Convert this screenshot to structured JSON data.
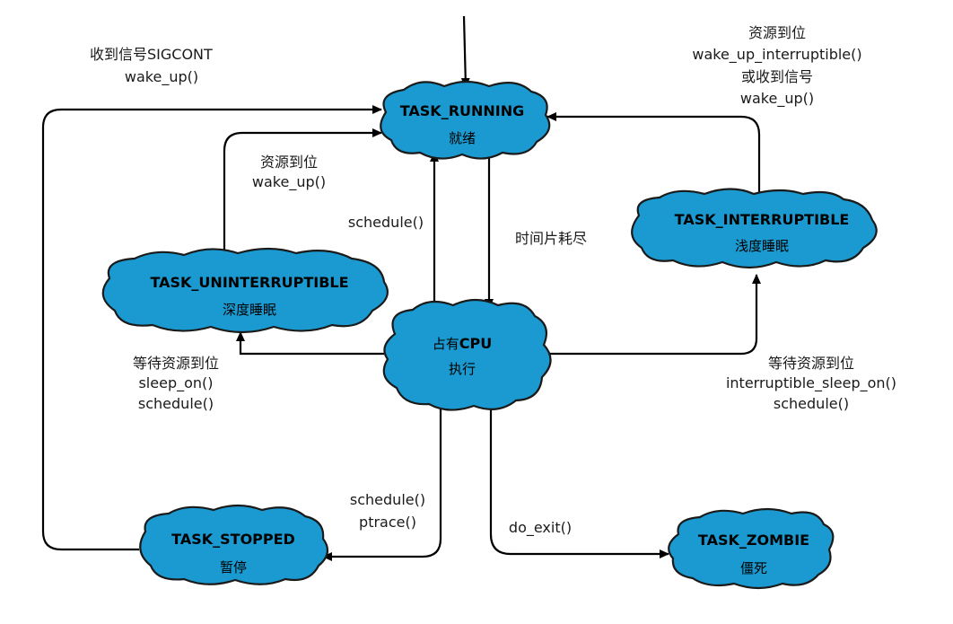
{
  "states": {
    "running": {
      "title": "TASK_RUNNING",
      "subtitle": "就绪"
    },
    "interruptible": {
      "title": "TASK_INTERRUPTIBLE",
      "subtitle": "浅度睡眠"
    },
    "uninterruptible": {
      "title": "TASK_UNINTERRUPTIBLE",
      "subtitle": "深度睡眠"
    },
    "cpu": {
      "title_prefix": "占有",
      "title_cpu": "CPU",
      "subtitle": "执行"
    },
    "stopped": {
      "title": "TASK_STOPPED",
      "subtitle": "暂停"
    },
    "zombie": {
      "title": "TASK_ZOMBIE",
      "subtitle": "僵死"
    }
  },
  "labels": {
    "sigcont_prefix": "收到信号",
    "sigcont_name": "SIGCONT",
    "sigcont_wakeup": "wake_up()",
    "res_ready_1": "资源到位",
    "wake_up_interruptible": "wake_up_interruptible()",
    "or_signal": "或收到信号",
    "wake_up_right": "wake_up()",
    "res_ready_2": "资源到位",
    "wake_up_left": "wake_up()",
    "schedule_up": "schedule()",
    "timeslice": "时间片耗尽",
    "wait_left": "等待资源到位",
    "sleep_on": "sleep_on()",
    "schedule_left": "schedule()",
    "wait_right": "等待资源到位",
    "interruptible_sleep_on": "interruptible_sleep_on()",
    "schedule_right": "schedule()",
    "schedule_stop": "schedule()",
    "ptrace": "ptrace()",
    "do_exit": "do_exit()"
  }
}
